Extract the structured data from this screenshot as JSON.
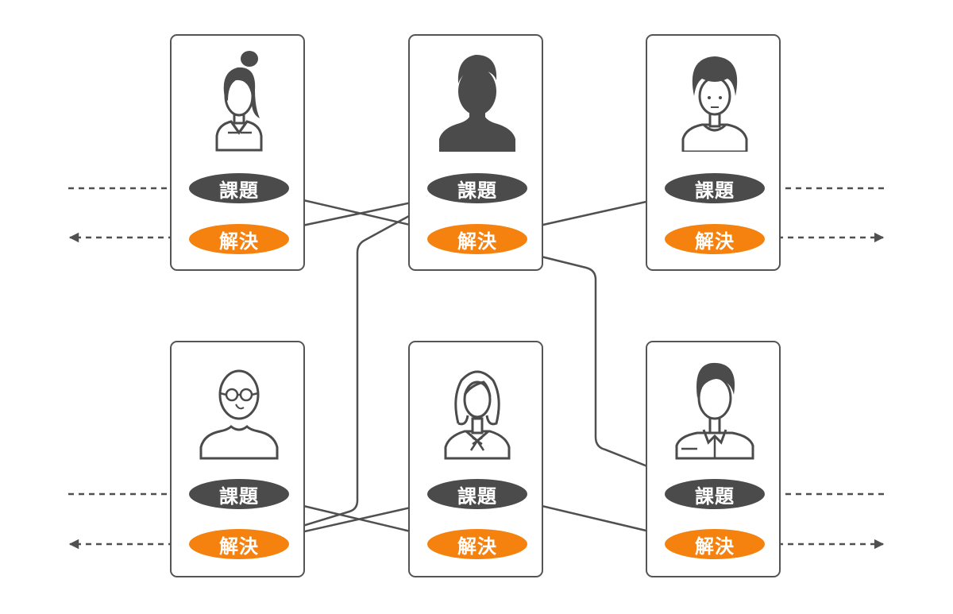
{
  "colors": {
    "card_border": "#555555",
    "issue_fill": "#4b4b4b",
    "solve_fill": "#f5820f",
    "line": "#505050",
    "text": "#ffffff"
  },
  "people": [
    {
      "id": "p1",
      "avatar": "woman-ponytail-icon",
      "issue_label": "課題",
      "solve_label": "解決"
    },
    {
      "id": "p2",
      "avatar": "man-silhouette-icon",
      "issue_label": "課題",
      "solve_label": "解決"
    },
    {
      "id": "p3",
      "avatar": "boy-curly-hair-icon",
      "issue_label": "課題",
      "solve_label": "解決"
    },
    {
      "id": "p4",
      "avatar": "bald-man-glasses-icon",
      "issue_label": "課題",
      "solve_label": "解決"
    },
    {
      "id": "p5",
      "avatar": "woman-bow-blouse-icon",
      "issue_label": "課題",
      "solve_label": "解決"
    },
    {
      "id": "p6",
      "avatar": "man-collar-shirt-icon",
      "issue_label": "課題",
      "solve_label": "解決"
    }
  ]
}
